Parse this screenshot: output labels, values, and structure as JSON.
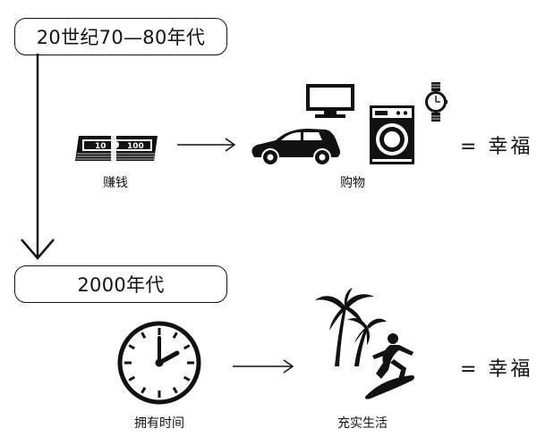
{
  "chart_data": {
    "type": "diagram",
    "eras": [
      {
        "period": "20世纪70—80年代",
        "cause_label": "赚钱",
        "effect_label": "购物",
        "result": "= 幸福",
        "icons": [
          "money-icon",
          "car-icon",
          "tv-icon",
          "washing-machine-icon",
          "wristwatch-icon"
        ]
      },
      {
        "period": "2000年代",
        "cause_label": "拥有时间",
        "effect_label": "充实生活",
        "result": "= 幸福",
        "icons": [
          "clock-icon",
          "palm-tree-icon",
          "surfer-icon"
        ]
      }
    ]
  },
  "colors": {
    "ink": "#111111",
    "background": "#ffffff"
  }
}
